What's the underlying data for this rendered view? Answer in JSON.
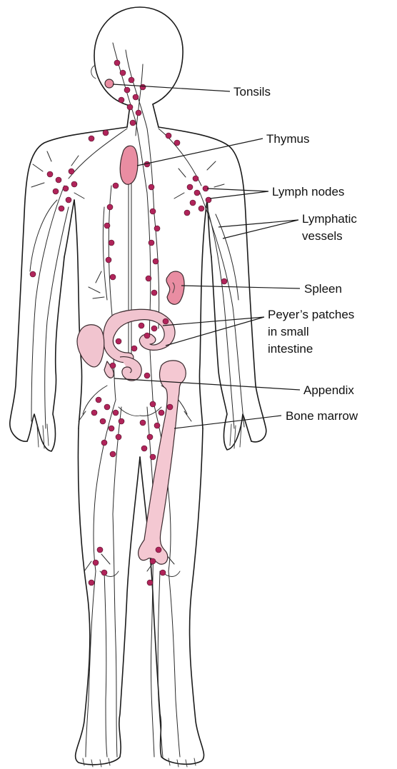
{
  "colors": {
    "node": "#b0245a",
    "organ_fill": "#f1c4cf",
    "thymus_fill": "#e98da2",
    "bone_fill": "#f4c8d2",
    "outline": "#1a1a1a"
  },
  "labels": {
    "tonsils": "Tonsils",
    "thymus": "Thymus",
    "lymph_nodes": "Lymph nodes",
    "lymphatic_vessels_1": "Lymphatic",
    "lymphatic_vessels_2": "vessels",
    "spleen": "Spleen",
    "peyers_1": "Peyer’s patches",
    "peyers_2": "in small",
    "peyers_3": "intestine",
    "appendix": "Appendix",
    "bone_marrow": "Bone marrow"
  }
}
